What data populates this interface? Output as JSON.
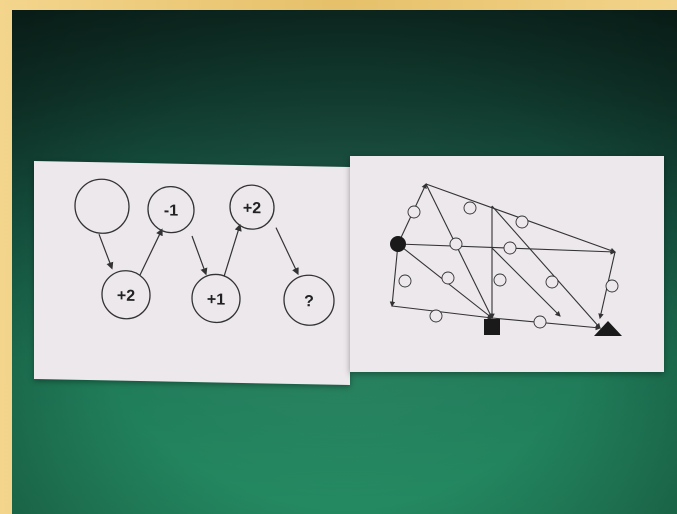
{
  "left_card": {
    "circles": [
      {
        "label": ""
      },
      {
        "label": "-1"
      },
      {
        "label": "+2"
      },
      {
        "label": "+2"
      },
      {
        "label": "+1"
      },
      {
        "label": "?"
      }
    ]
  },
  "right_card": {
    "shapes": [
      "filled-circle",
      "filled-square",
      "filled-triangle"
    ]
  },
  "colors": {
    "frame": "#e9c97a",
    "table_green": "#1f7a58",
    "card": "#ece8ec",
    "ink": "#222222"
  }
}
